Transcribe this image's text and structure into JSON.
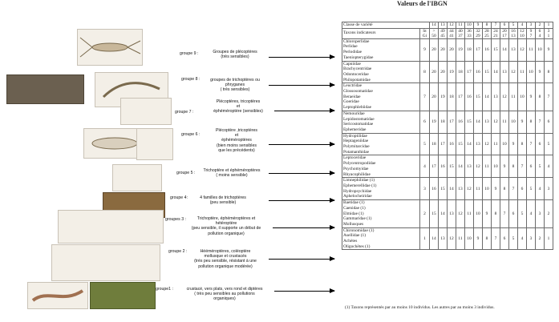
{
  "title": "Valeurs de l'IBGN",
  "groups": [
    {
      "label": "groupe 9 :"
    },
    {
      "label": "groupe 8 :"
    },
    {
      "label": "groupe 7 :"
    },
    {
      "label": "groupe 6 :"
    },
    {
      "label": "groupe 5 :"
    },
    {
      "label": "groupe 4:"
    },
    {
      "label": "groupes 3 :"
    },
    {
      "label": "groupe 2 :"
    },
    {
      "label": "groupe1 :"
    }
  ],
  "group_texts": [
    "Groupes de plécoptères\n(très sensibles)",
    "groupes de trichoptères ou\nphryganes\n( très sensibles)",
    "Plécoptères, tricoptères\net\néphéméroptère (sensibles)",
    "Plécoptère ,tricoptères\net\néphéméroptères\n(bien moins sensibles\nque les précédents)",
    "Trichoptère et éphéméroptères\n( moins sensible)",
    "4 familles de trichoptères\n(peu sensible)",
    "Trichoptère, éphéméroptères et\nhétéroptère\n(peu sensible, il supporte un début de\npollution organique)",
    "Hééméroptères, coléoptère\nmollusque et crustacés\n(très peu sensible, résistant à une\npollution organique modérée)",
    "crustacé, vers plats, vers rond et diptères\n( très peu sensibles au pollutions\norganiques)"
  ],
  "header": {
    "classe": "Classe de variété",
    "taxons": "Taxons indicateurs",
    "gi_label": "St\nGi",
    "classes": [
      "14",
      "13",
      "12",
      "11",
      "10",
      "9",
      "8",
      "7",
      "6",
      "5",
      "4",
      "3",
      "2",
      "1"
    ],
    "ranges": [
      ">\n50",
      "49\n45",
      "44\n41",
      "40\n37",
      "36\n33",
      "32\n29",
      "28\n25",
      "24\n21",
      "20\n17",
      "16\n13",
      "12\n10",
      "9\n7",
      "6\n4",
      "3\n1"
    ]
  },
  "rows": [
    {
      "taxa": "Chloroperlidae\nPerlidae\nPerlodidae\nTaeniopterygidae",
      "gi": "9",
      "values": [
        "20",
        "20",
        "20",
        "19",
        "18",
        "17",
        "16",
        "15",
        "14",
        "13",
        "12",
        "11",
        "10",
        "9"
      ]
    },
    {
      "taxa": "Capniidae\nBrachycentridae\nOdontoceridae\nPhilopotamidae",
      "gi": "8",
      "values": [
        "20",
        "20",
        "19",
        "18",
        "17",
        "16",
        "15",
        "14",
        "13",
        "12",
        "11",
        "10",
        "9",
        "8"
      ]
    },
    {
      "taxa": "Leuctridae\nGlossosomatidae\nBeraeidae\nGoeridae\nLeptophlebiidae",
      "gi": "7",
      "values": [
        "20",
        "19",
        "18",
        "17",
        "16",
        "15",
        "14",
        "13",
        "12",
        "11",
        "10",
        "9",
        "8",
        "7"
      ]
    },
    {
      "taxa": "Nemouridae\nLepidostomatidae\nSericostomatidae\nEphemeridae",
      "gi": "6",
      "values": [
        "19",
        "18",
        "17",
        "16",
        "15",
        "14",
        "13",
        "12",
        "11",
        "10",
        "9",
        "8",
        "7",
        "6"
      ]
    },
    {
      "taxa": "Hydroptilidae\nHeptageniidae\nPolymitarcidae\nPotamanthidae",
      "gi": "5",
      "values": [
        "18",
        "17",
        "16",
        "15",
        "14",
        "13",
        "12",
        "11",
        "10",
        "9",
        "8",
        "7",
        "6",
        "5"
      ]
    },
    {
      "taxa": "Leptoceridae\nPolycentropodidae\nPsychomyidae\nRhyacophilidae",
      "gi": "4",
      "values": [
        "17",
        "16",
        "15",
        "14",
        "13",
        "12",
        "11",
        "10",
        "9",
        "8",
        "7",
        "6",
        "5",
        "4"
      ]
    },
    {
      "taxa": "Limnephilidae (1)\nEphemerellidae (1)\nHydropsychidae\nAphelocheiridae",
      "gi": "3",
      "values": [
        "16",
        "15",
        "14",
        "13",
        "12",
        "11",
        "10",
        "9",
        "8",
        "7",
        "6",
        "5",
        "4",
        "3"
      ]
    },
    {
      "taxa": "Baetidae (1)\nCaenidae (1)\nElmidae (1)\nGammaridae (1)\nMollusques",
      "gi": "2",
      "values": [
        "15",
        "14",
        "13",
        "12",
        "11",
        "10",
        "9",
        "8",
        "7",
        "6",
        "5",
        "4",
        "3",
        "2"
      ]
    },
    {
      "taxa": "Chironomidae (1)\nAsellidae (1)\nAchètes\nOligochètes (1)",
      "gi": "1",
      "values": [
        "14",
        "13",
        "12",
        "11",
        "10",
        "9",
        "8",
        "7",
        "6",
        "5",
        "4",
        "3",
        "2",
        "1"
      ]
    }
  ],
  "footnote": "(1) Taxons représentés par au moins 10 individus. Les autres par au moins 3 individus."
}
